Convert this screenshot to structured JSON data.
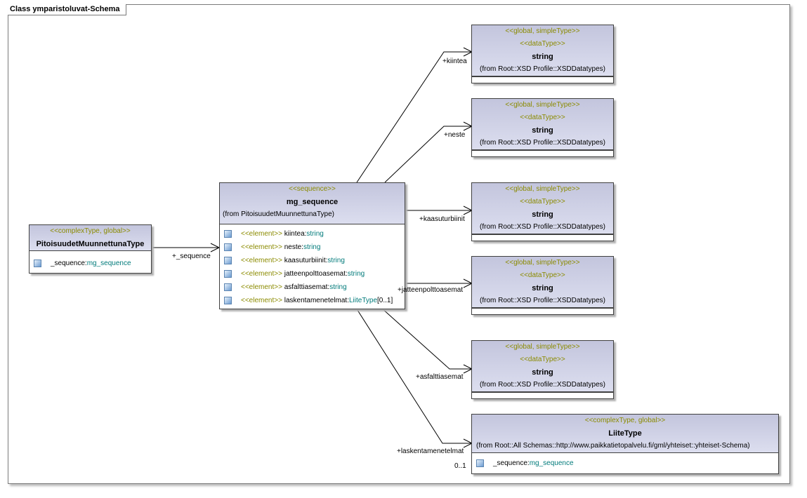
{
  "diagram": {
    "title": "Class ymparistoluvat-Schema"
  },
  "pitoisuudet": {
    "stereotype": "<<complexType, global>>",
    "name": "PitoisuudetMuunnettunaType",
    "attr_name": "_sequence:",
    "attr_type": "mg_sequence"
  },
  "mg": {
    "stereotype": "<<sequence>>",
    "name": "mg_sequence",
    "from": "(from PitoisuudetMuunnettunaType)",
    "elements": [
      {
        "kw": "<<element>>",
        "name": "kiintea:",
        "type": "string",
        "mult": ""
      },
      {
        "kw": "<<element>>",
        "name": "neste:",
        "type": "string",
        "mult": ""
      },
      {
        "kw": "<<element>>",
        "name": "kaasuturbiinit:",
        "type": "string",
        "mult": ""
      },
      {
        "kw": "<<element>>",
        "name": "jatteenpolttoasemat:",
        "type": "string",
        "mult": ""
      },
      {
        "kw": "<<element>>",
        "name": "asfalttiasemat:",
        "type": "string",
        "mult": ""
      },
      {
        "kw": "<<element>>",
        "name": "laskentamenetelmat:",
        "type": "LiiteType",
        "mult": "[0..1]"
      }
    ]
  },
  "string_class": {
    "stereotype1": "<<global, simpleType>>",
    "stereotype2": "<<dataType>>",
    "name": "string",
    "from": "(from Root::XSD Profile::XSDDatatypes)"
  },
  "liite": {
    "stereotype": "<<complexType, global>>",
    "name": "LiiteType",
    "from": "(from Root::All Schemas::http://www.paikkatietopalvelu.fi/gml/yhteiset::yhteiset-Schema)",
    "attr_name": "_sequence:",
    "attr_type": "mg_sequence"
  },
  "roles": {
    "sequence": "+_sequence",
    "kiintea": "+kiintea",
    "neste": "+neste",
    "kaasuturbiinit": "+kaasuturbiinit",
    "jatteenpolttoasemat": "+jatteenpolttoasemat",
    "asfalttiasemat": "+asfalttiasemat",
    "laskentamenetelmat": "+laskentamenetelmat",
    "liite_mult": "0..1"
  }
}
